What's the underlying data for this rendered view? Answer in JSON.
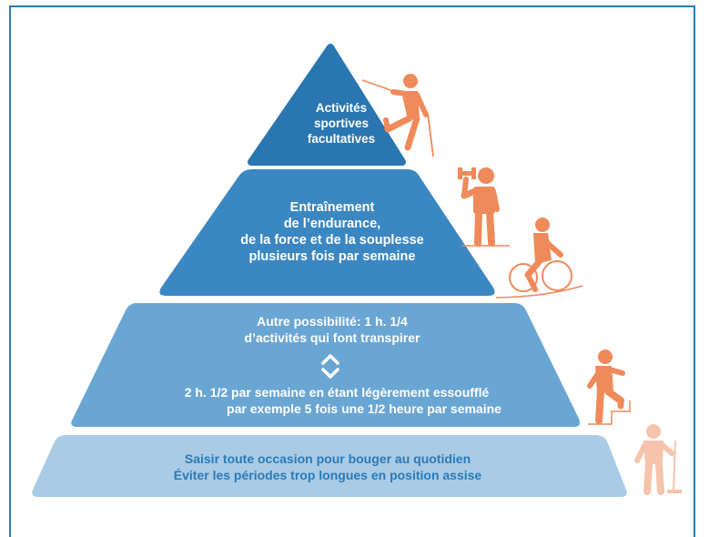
{
  "colors": {
    "frame": "#2c7bb5",
    "tier1": "#2a76b0",
    "tier2": "#3b87c2",
    "tier3": "#6aa6d4",
    "tier4": "#a9cbe6",
    "figure_dark": "#ef8a5a",
    "figure_light": "#f6c4aa",
    "tier4_text": "#2a7ab8"
  },
  "pyramid": {
    "tier1": {
      "lines": [
        "Activités",
        "sportives",
        "facultatives"
      ]
    },
    "tier2": {
      "lines": [
        "Entraînement",
        "de l’endurance,",
        "de la force et de la souplesse",
        "plusieurs fois par semaine"
      ]
    },
    "tier3": {
      "top_lines": [
        "Autre possibilité: 1 h. 1/4",
        "d’activités qui font transpirer"
      ],
      "swap_icon": "up-down-chevrons-icon",
      "bottom_lines": [
        "2 h. 1/2 par semaine en étant légèrement essoufflé",
        "par exemple 5 fois une 1/2 heure par semaine"
      ]
    },
    "tier4": {
      "lines": [
        "Saisir toute occasion pour bouger au quotidien",
        "Éviter les périodes trop longues en position assise"
      ]
    }
  },
  "figures": [
    {
      "name": "climber-icon",
      "tier": 1
    },
    {
      "name": "dumbbell-lifter-icon",
      "tier": 2
    },
    {
      "name": "cyclist-icon",
      "tier": 2
    },
    {
      "name": "stair-climber-icon",
      "tier": 3
    },
    {
      "name": "person-sweeping-icon",
      "tier": 4
    }
  ]
}
